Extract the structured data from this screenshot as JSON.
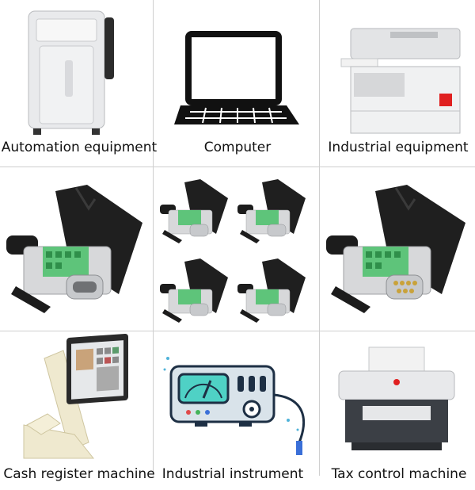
{
  "captions": {
    "automation": "Automation equipment",
    "computer": "Computer",
    "industrial_equipment": "Industrial equipment",
    "cash_register": "Cash register machine",
    "industrial_instrument": "Industrial instrument",
    "tax_control": "Tax control machine"
  },
  "colors": {
    "connector_green": "#5ec47a",
    "connector_black": "#1c1c1c",
    "metal": "#c7c9cc",
    "printer_red": "#e02020"
  }
}
